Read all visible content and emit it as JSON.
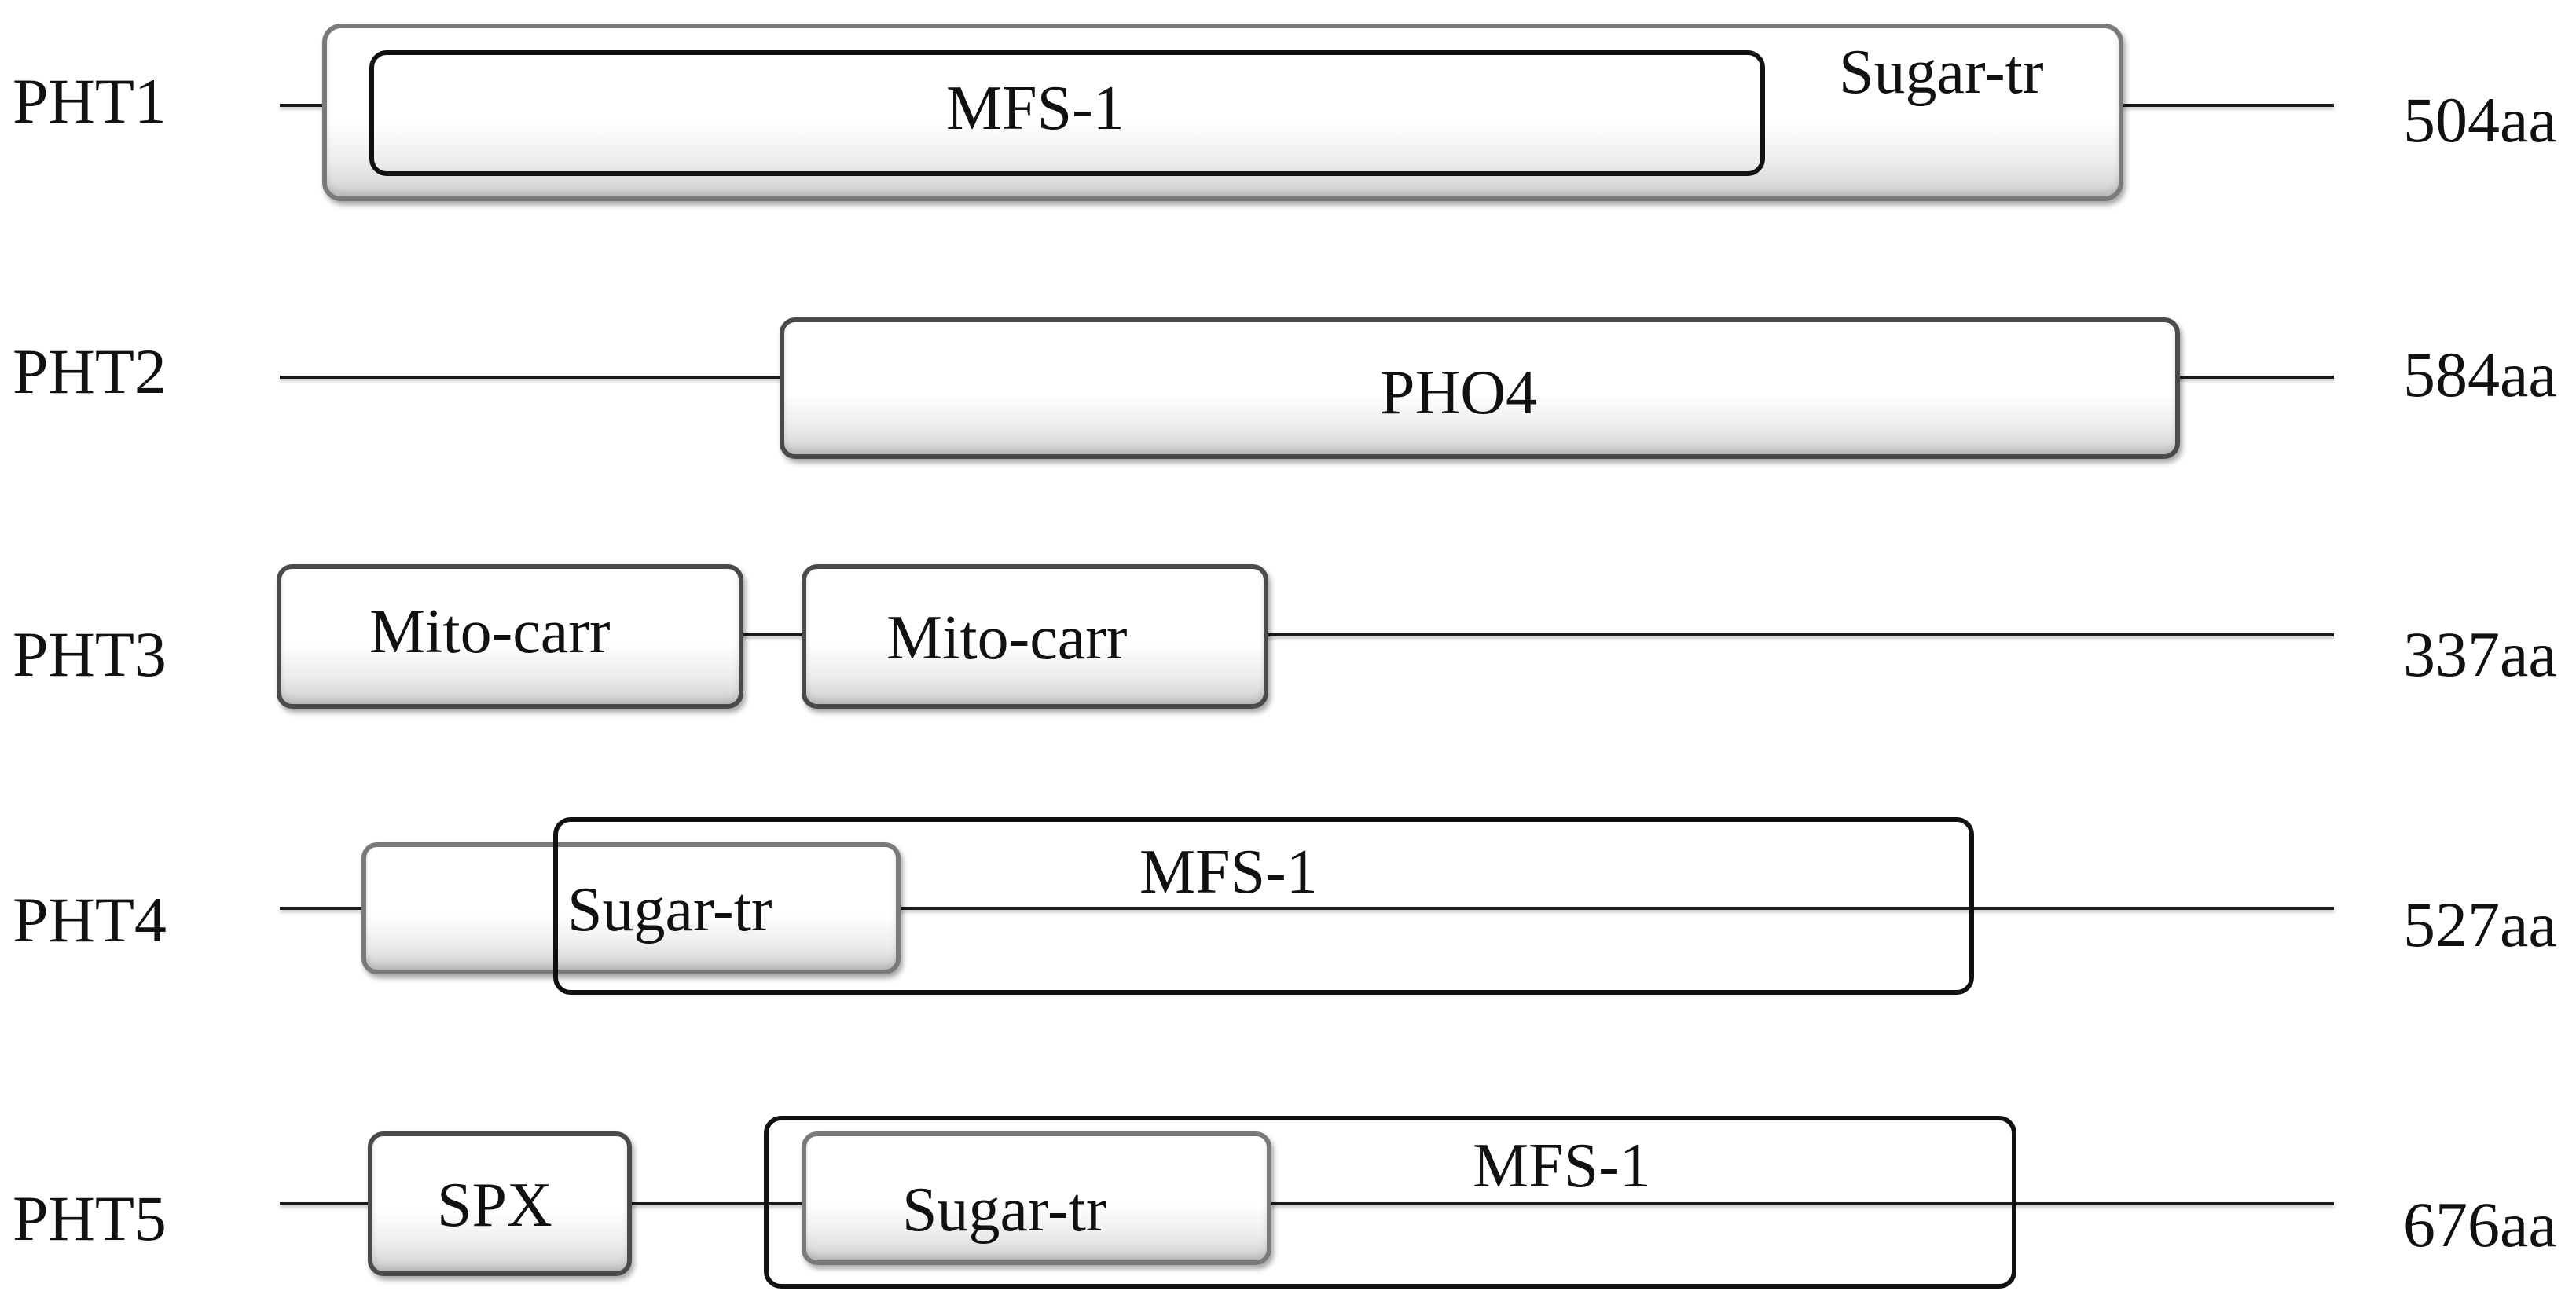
{
  "proteins": [
    {
      "name": "PHT1",
      "length": "504aa",
      "domains": [
        {
          "label": "Sugar-tr"
        },
        {
          "label": "MFS-1"
        }
      ]
    },
    {
      "name": "PHT2",
      "length": "584aa",
      "domains": [
        {
          "label": "PHO4"
        }
      ]
    },
    {
      "name": "PHT3",
      "length": "337aa",
      "domains": [
        {
          "label": "Mito-carr"
        },
        {
          "label": "Mito-carr"
        }
      ]
    },
    {
      "name": "PHT4",
      "length": "527aa",
      "domains": [
        {
          "label": "Sugar-tr"
        },
        {
          "label": "MFS-1"
        }
      ]
    },
    {
      "name": "PHT5",
      "length": "676aa",
      "domains": [
        {
          "label": "SPX"
        },
        {
          "label": "Sugar-tr"
        },
        {
          "label": "MFS-1"
        }
      ]
    }
  ]
}
